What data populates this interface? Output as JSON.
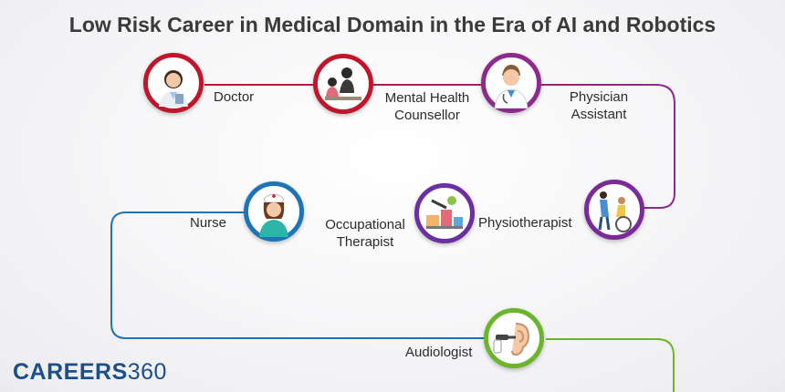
{
  "title": "Low Risk Career in Medical Domain in the Era of AI and Robotics",
  "careers": [
    {
      "label": "Doctor",
      "icon": "doctor-icon",
      "color": "#c0162c"
    },
    {
      "label": "Mental Health Counsellor",
      "icon": "counsellor-icon",
      "color": "#c0162c"
    },
    {
      "label": "Physician Assistant",
      "icon": "physician-assistant-icon",
      "color": "#8e2a8c"
    },
    {
      "label": "Physiotherapist",
      "icon": "physiotherapist-icon",
      "color": "#7b2a9a"
    },
    {
      "label": "Occupational Therapist",
      "icon": "occupational-therapist-icon",
      "color": "#6a2fa0"
    },
    {
      "label": "Nurse",
      "icon": "nurse-icon",
      "color": "#1f74b8"
    },
    {
      "label": "Audiologist",
      "icon": "audiologist-icon",
      "color": "#6bb52a"
    }
  ],
  "logo": {
    "brand": "CAREERS",
    "number": "360"
  }
}
